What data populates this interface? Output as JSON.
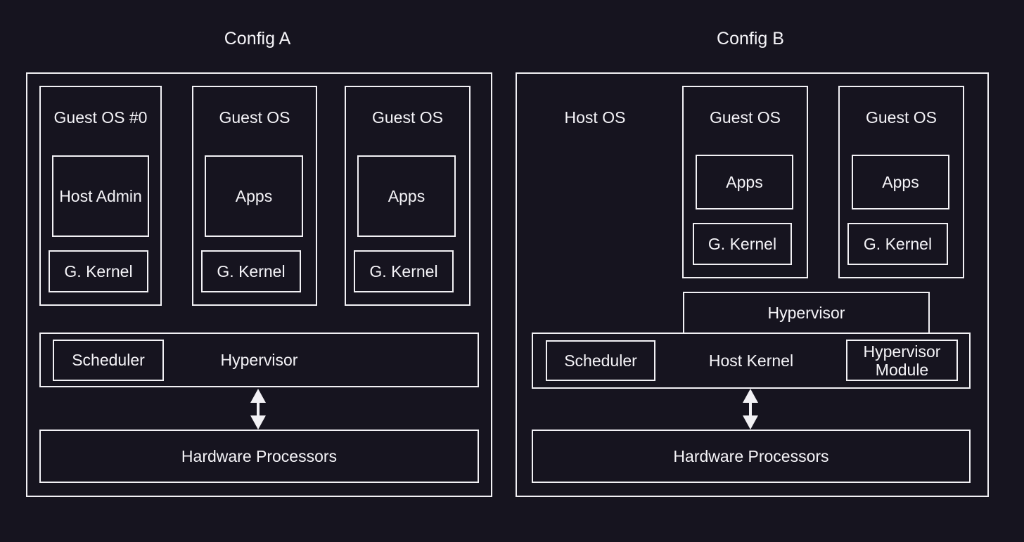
{
  "colors": {
    "background": "#16141f",
    "line": "#f2f1f5",
    "text": "#f5f4f8"
  },
  "config_a": {
    "title": "Config A",
    "guests": [
      {
        "label": "Guest OS #0",
        "app": "Host Admin",
        "kernel": "G. Kernel"
      },
      {
        "label": "Guest OS",
        "app": "Apps",
        "kernel": "G. Kernel"
      },
      {
        "label": "Guest OS",
        "app": "Apps",
        "kernel": "G. Kernel"
      }
    ],
    "hypervisor_label": "Hypervisor",
    "scheduler_label": "Scheduler",
    "hardware_label": "Hardware Processors"
  },
  "config_b": {
    "title": "Config B",
    "host_os_label": "Host OS",
    "guests": [
      {
        "label": "Guest OS",
        "app": "Apps",
        "kernel": "G. Kernel"
      },
      {
        "label": "Guest OS",
        "app": "Apps",
        "kernel": "G. Kernel"
      }
    ],
    "hypervisor_label": "Hypervisor",
    "host_kernel_label": "Host Kernel",
    "scheduler_label": "Scheduler",
    "hypervisor_module_label": "Hypervisor Module",
    "hardware_label": "Hardware Processors"
  }
}
